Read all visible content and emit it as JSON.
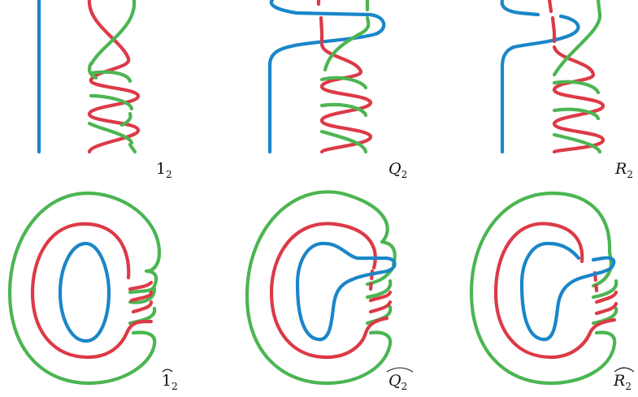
{
  "colors": {
    "blue": "#1a86c8",
    "red": "#dc3a46",
    "green": "#4cb552"
  },
  "panels": [
    {
      "id": "1",
      "base": "1",
      "sub": "2",
      "hat": false
    },
    {
      "id": "Q",
      "base": "Q",
      "sub": "2",
      "hat": false
    },
    {
      "id": "R",
      "base": "R",
      "sub": "2",
      "hat": false
    },
    {
      "id": "1hat",
      "base": "1",
      "sub": "2",
      "hat": true
    },
    {
      "id": "Qhat",
      "base": "Q",
      "sub": "2",
      "hat": true
    },
    {
      "id": "Rhat",
      "base": "R",
      "sub": "2",
      "hat": true
    }
  ]
}
